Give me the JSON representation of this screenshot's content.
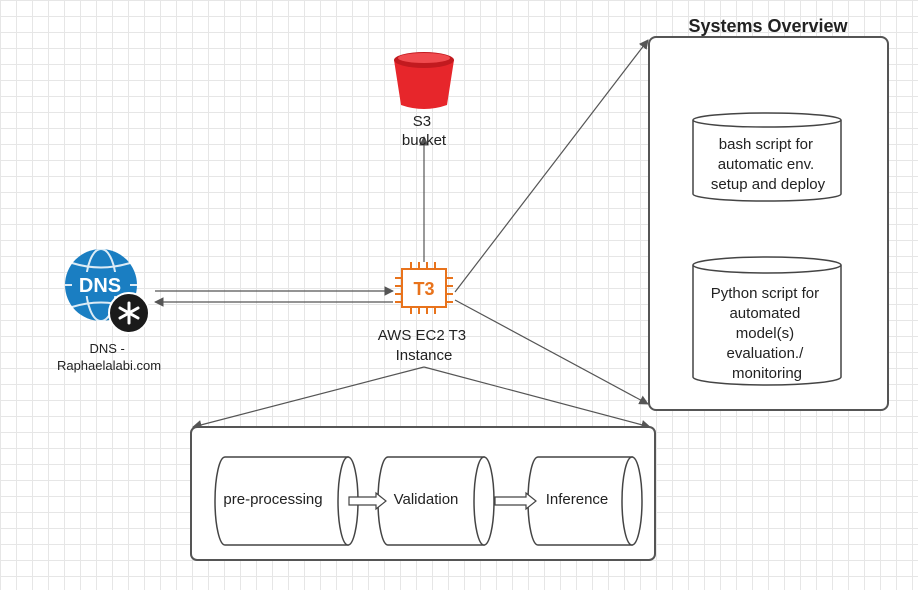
{
  "systems_overview": {
    "title": "Systems Overview",
    "bash_lines": [
      "bash script for",
      "automatic env.",
      "setup and deploy"
    ],
    "python_lines": [
      "Python script for",
      "automated",
      "model(s)",
      "evaluation./",
      "monitoring"
    ]
  },
  "s3": {
    "lines": [
      "S3",
      "bucket"
    ],
    "color": "#e7262b"
  },
  "dns": {
    "icon_text": "DNS",
    "lines": [
      "DNS -",
      "Raphaelalabi.com"
    ],
    "color": "#1a7ec2"
  },
  "ec2": {
    "chip_text": "T3",
    "lines": [
      "AWS EC2 T3",
      "Instance"
    ],
    "color": "#e8731c"
  },
  "pipeline": {
    "stages": [
      "pre-processing",
      "Validation",
      "Inference"
    ]
  }
}
